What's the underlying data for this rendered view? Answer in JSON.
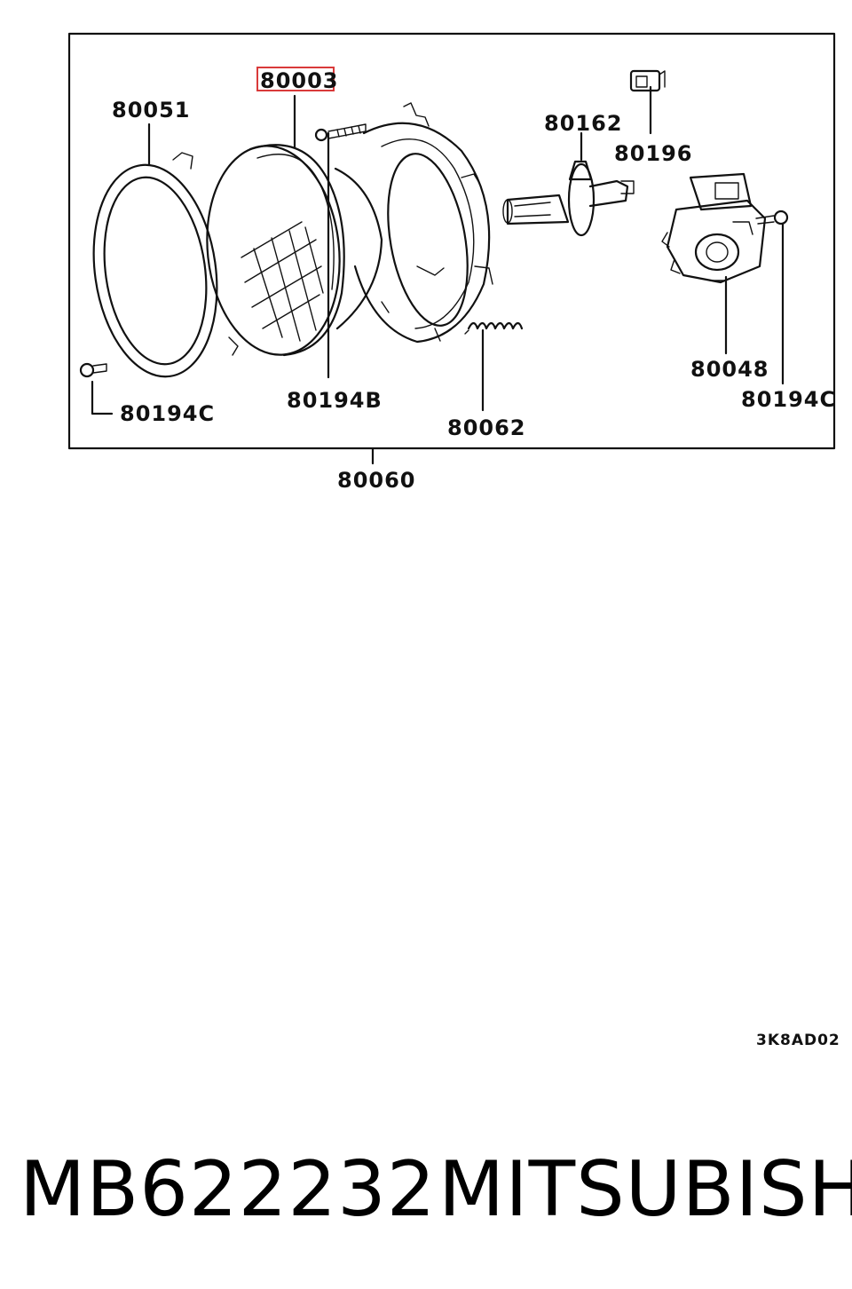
{
  "diagram": {
    "highlight_color": "#d93a3a",
    "labels": {
      "p80003": "80003",
      "p80051": "80051",
      "p80162": "80162",
      "p80196": "80196",
      "p80194c_left": "80194C",
      "p80194b": "80194B",
      "p80062": "80062",
      "p80048": "80048",
      "p80194c_right": "80194C",
      "p80060": "80060"
    },
    "figure_code": "3K8AD02"
  },
  "footer": {
    "part_number": "MB622232",
    "brand": "MITSUBISHI"
  }
}
